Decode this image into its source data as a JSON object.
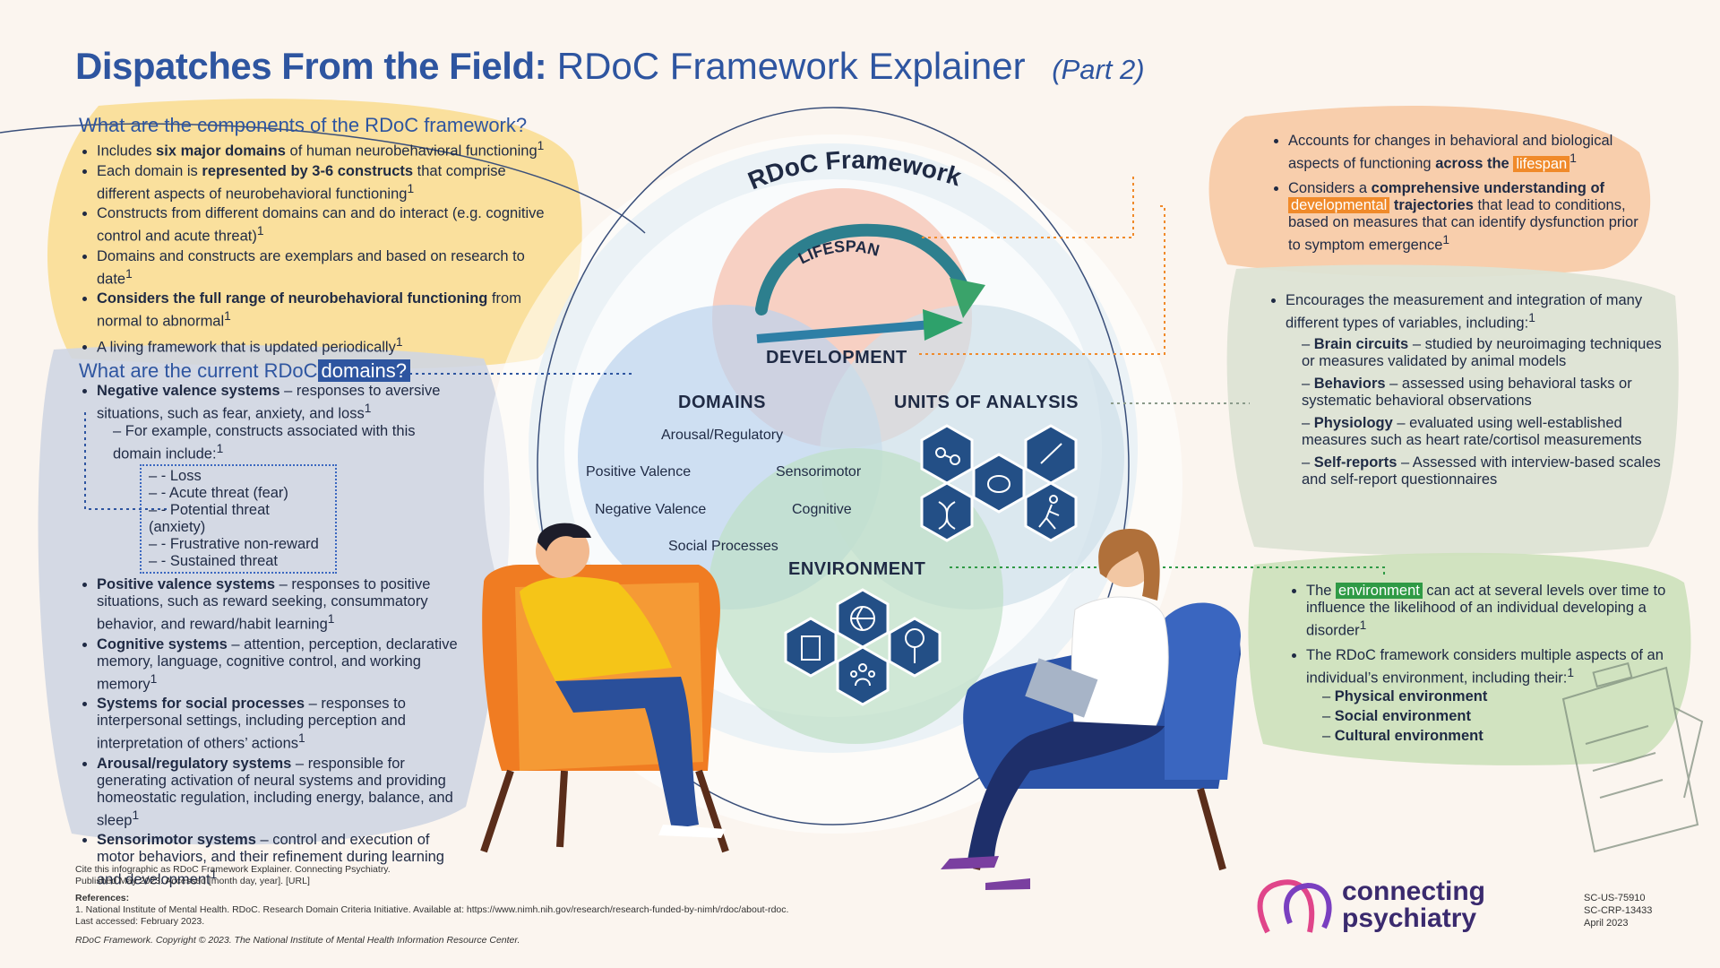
{
  "header": {
    "title_bold": "Dispatches From the Field:",
    "title_light": "RDoC Framework Explainer",
    "part": "(Part 2)"
  },
  "components": {
    "heading": "What are the components of the RDoC framework?",
    "items": [
      {
        "pre": "Includes ",
        "bold": "six major domains",
        "post": " of human neurobehavioral functioning",
        "sup": "1"
      },
      {
        "pre": "Each domain is ",
        "bold": "represented by 3-6 constructs",
        "post": " that comprise different aspects of neurobehavioral functioning",
        "sup": "1"
      },
      {
        "pre": "Constructs from different domains can and do interact (e.g. cognitive control and acute threat)",
        "bold": "",
        "post": "",
        "sup": "1"
      },
      {
        "pre": "Domains and constructs are exemplars and based on research to date",
        "bold": "",
        "post": "",
        "sup": "1"
      },
      {
        "pre": "",
        "bold": "Considers the full range of neurobehavioral functioning",
        "post": " from normal to abnormal",
        "sup": "1"
      },
      {
        "pre": "A living framework that is updated periodically",
        "bold": "",
        "post": "",
        "sup": "1"
      }
    ]
  },
  "domains_panel": {
    "heading_pre": "What are the current RDoC",
    "heading_hl": "domains?",
    "negative": {
      "bold": "Negative valence systems",
      "text": " – responses to aversive situations, such as fear, anxiety, and loss",
      "sup": "1"
    },
    "example": "For example, constructs associated with this domain include:",
    "example_sup": "1",
    "constructs": [
      "- Loss",
      "- Acute threat (fear)",
      "- Potential threat (anxiety)",
      "- Frustrative non-reward",
      "- Sustained threat"
    ],
    "others": [
      {
        "bold": "Positive valence systems",
        "text": " – responses to positive situations, such as reward seeking, consummatory behavior, and reward/habit learning",
        "sup": "1"
      },
      {
        "bold": "Cognitive systems",
        "text": " – attention, perception, declarative memory, language, cognitive control, and working memory",
        "sup": "1"
      },
      {
        "bold": "Systems for social processes",
        "text": " –  responses to interpersonal settings, including perception and interpretation of others’ actions",
        "sup": "1"
      },
      {
        "bold": "Arousal/regulatory systems",
        "text": " – responsible for generating activation of neural systems and providing homeostatic regulation, including energy, balance, and sleep",
        "sup": "1"
      },
      {
        "bold": "Sensorimotor systems",
        "text": " – control and execution of motor behaviors, and their refinement during learning and development",
        "sup": "1"
      }
    ]
  },
  "diagram": {
    "framework_title": "RDoC Framework",
    "lifespan": "LIFESPAN",
    "development": "DEVELOPMENT",
    "domains": "DOMAINS",
    "units": "UNITS OF ANALYSIS",
    "environment": "ENVIRONMENT",
    "domain_labels": [
      "Arousal/Regulatory",
      "Positive Valence",
      "Sensorimotor",
      "Negative Valence",
      "Cognitive",
      "Social Processes"
    ]
  },
  "lifespan_panel": {
    "item1_pre": "Accounts for changes in behavioral and biological aspects of functioning ",
    "item1_bold": "across the",
    "item1_hl": "lifespan",
    "item1_sup": "1",
    "item2_pre": "Considers a ",
    "item2_bold": "comprehensive understanding of",
    "item2_hl": "developmental",
    "item2_bold2": " trajectories",
    "item2_post": " that lead to conditions, based on measures that can identify dysfunction prior to symptom emergence",
    "item2_sup": "1"
  },
  "units_panel": {
    "intro": "Encourages the measurement and integration of many different types of variables, including:",
    "intro_sup": "1",
    "items": [
      {
        "bold": "Brain circuits",
        "text": " – studied by neuroimaging techniques or measures validated by animal models"
      },
      {
        "bold": "Behaviors",
        "text": " – assessed using behavioral tasks or systematic behavioral observations"
      },
      {
        "bold": "Physiology",
        "text": " – evaluated using well-established measures such as heart rate/cortisol measurements"
      },
      {
        "bold": "Self-reports",
        "text": " – Assessed with interview-based scales and self-report questionnaires"
      }
    ]
  },
  "environment_panel": {
    "item1_pre": "The",
    "item1_hl": "environment",
    "item1_post": " can act at several levels over time to influence the likelihood of an individual developing a disorder",
    "item1_sup": "1",
    "item2": "The RDoC framework considers multiple aspects of an individual’s environment, including their:",
    "item2_sup": "1",
    "aspects": [
      "Physical environment",
      "Social environment",
      "Cultural environment"
    ]
  },
  "footer": {
    "cite1": "Cite this infographic as RDoC Framework Explainer. Connecting Psychiatry.",
    "cite2": "Published May 2023. Accessed [month day, year]. [URL]",
    "refs_label": "References:",
    "ref1": "1. National Institute of Mental Health. RDoC. Research Domain Criteria Initiative. Available at: https://www.nimh.nih.gov/research/research-funded-by-nimh/rdoc/about-rdoc.",
    "ref2": "Last accessed: February 2023.",
    "copyright": "RDoC Framework. Copyright © 2023. The National Institute of Mental Health Information Resource Center.",
    "logo_line1": "connecting",
    "logo_line2": "psychiatry",
    "code1": "SC-US-75910",
    "code2": "SC-CRP-13433",
    "code3": "April 2023"
  },
  "colors": {
    "title_blue": "#2e55a0",
    "yellow_panel": "#f9dc8e",
    "blue_panel": "#cfd6e2",
    "orange_panel": "#f8cba8",
    "gray_green_panel": "#dde3d4",
    "green_panel": "#cfe1bd",
    "highlight_orange": "#f08a2a",
    "highlight_green": "#2f9a45",
    "logo_purple": "#3a2a6e"
  },
  "icons": [
    "molecule-icon",
    "brain-icon",
    "hand-writing-icon",
    "dna-icon",
    "running-person-icon",
    "building-icon",
    "globe-icon",
    "tree-icon",
    "people-group-icon",
    "clipboard-icon",
    "head-profile-logo-icon"
  ]
}
